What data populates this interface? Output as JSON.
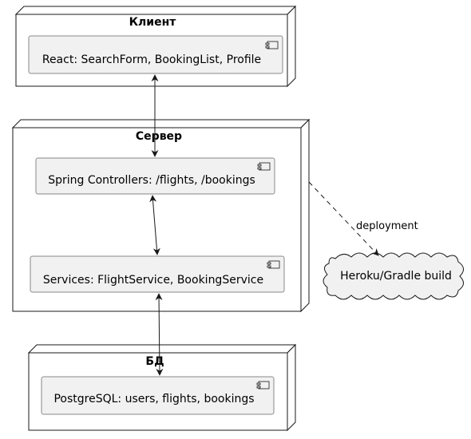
{
  "nodes": {
    "client": {
      "title": "Клиент",
      "component": "React: SearchForm, BookingList, Profile"
    },
    "server": {
      "title": "Сервер",
      "controllers": "Spring Controllers: /flights, /bookings",
      "services": "Services: FlightService, BookingService"
    },
    "db": {
      "title": "БД",
      "component": "PostgreSQL: users, flights, bookings"
    }
  },
  "cloud": {
    "label": "Heroku/Gradle build"
  },
  "edges": {
    "deployment_label": "deployment"
  },
  "colors": {
    "node_fill": "#ffffff",
    "component_fill": "#f1f1f1",
    "component_stroke": "#888888",
    "line": "#181818"
  }
}
